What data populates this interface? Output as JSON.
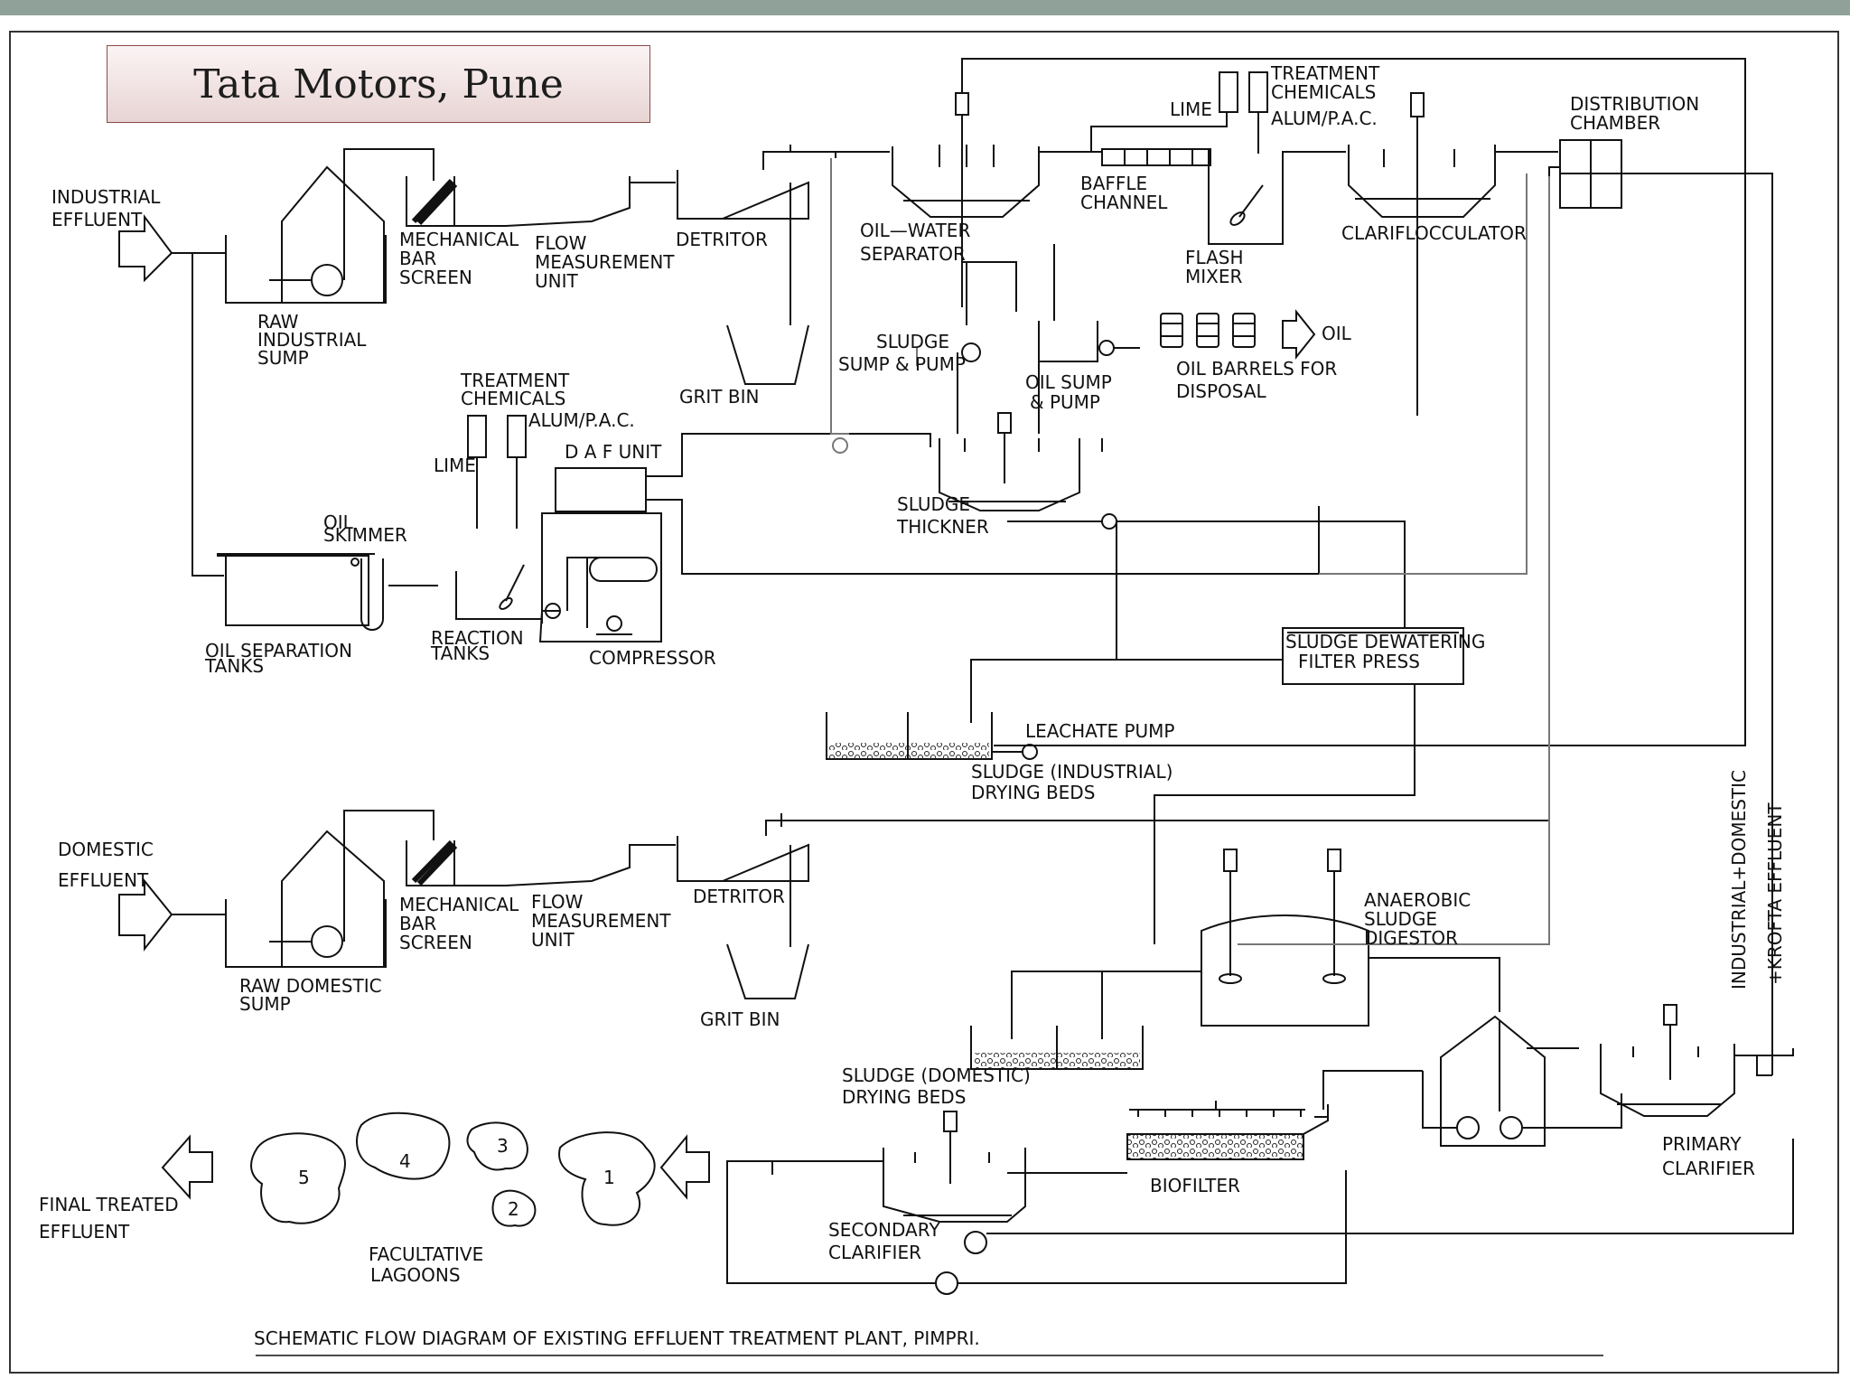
{
  "title": "Tata Motors, Pune",
  "caption": "SCHEMATIC  FLOW  DIAGRAM  OF  EXISTING  EFFLUENT  TREATMENT  PLANT,  PIMPRI.",
  "colors": {
    "top_band": "#8fa198",
    "title_border": "#8b4a4a",
    "line": "#111111",
    "gray_line": "#777777"
  },
  "labels": {
    "industrial_effluent": [
      "INDUSTRIAL",
      "EFFLUENT"
    ],
    "raw_industrial_sump": [
      "RAW",
      "INDUSTRIAL",
      "SUMP"
    ],
    "mech_bar_screen_top": [
      "MECHANICAL",
      "BAR",
      "SCREEN"
    ],
    "flow_meas_top": [
      "FLOW",
      "MEASUREMENT",
      "UNIT"
    ],
    "detritor_top": "DETRITOR",
    "grit_bin_top": "GRIT  BIN",
    "oil_water_separator": [
      "OIL—WATER",
      "SEPARATOR"
    ],
    "treatment_chemicals_top": [
      "TREATMENT",
      "CHEMICALS"
    ],
    "lime_top": "LIME",
    "alum_pac_top": "ALUM/P.A.C.",
    "baffle_channel": [
      "BAFFLE",
      "CHANNEL"
    ],
    "flash_mixer": [
      "FLASH",
      "MIXER"
    ],
    "clariflocculator": "CLARIFLOCCULATOR",
    "distribution_chamber": [
      "DISTRIBUTION",
      "CHAMBER"
    ],
    "sludge_sump_pump": [
      "SLUDGE",
      "SUMP  &  PUMP"
    ],
    "oil_sump_pump": [
      "OIL  SUMP",
      "&  PUMP"
    ],
    "oil_barrels": [
      "OIL  BARRELS  FOR",
      "DISPOSAL"
    ],
    "oil": "OIL",
    "treatment_chemicals_mid": [
      "TREATMENT",
      "CHEMICALS"
    ],
    "alum_pac_mid": "ALUM/P.A.C.",
    "lime_mid": "LIME",
    "daf_unit": "D  A  F  UNIT",
    "oil_skimmer": [
      "OIL",
      "SKIMMER"
    ],
    "sludge_thickner": [
      "SLUDGE",
      "THICKNER"
    ],
    "oil_separation_tanks": [
      "OIL  SEPARATION",
      "TANKS"
    ],
    "reaction_tanks": [
      "REACTION",
      "TANKS"
    ],
    "compressor": "COMPRESSOR",
    "sludge_dewatering": [
      "SLUDGE  DEWATERING",
      "FILTER  PRESS"
    ],
    "leachate_pump": "LEACHATE  PUMP",
    "sludge_industrial_beds": [
      "SLUDGE  (INDUSTRIAL)",
      "DRYING BEDS"
    ],
    "domestic_effluent": [
      "DOMESTIC",
      "EFFLUENT"
    ],
    "raw_domestic_sump": [
      "RAW  DOMESTIC",
      "SUMP"
    ],
    "mech_bar_screen_bot": [
      "MECHANICAL",
      "BAR",
      "SCREEN"
    ],
    "flow_meas_bot": [
      "FLOW",
      "MEASUREMENT",
      "UNIT"
    ],
    "detritor_bot": "DETRITOR",
    "grit_bin_bot": "GRIT  BIN",
    "anaerobic_digestor": [
      "ANAEROBIC",
      "SLUDGE",
      "DIGESTOR"
    ],
    "sludge_domestic_beds": [
      "SLUDGE  (DOMESTIC)",
      "DRYING  BEDS"
    ],
    "biofilter": "BIOFILTER",
    "primary_clarifier": [
      "PRIMARY",
      "CLARIFIER"
    ],
    "secondary_clarifier": [
      "SECONDARY",
      "CLARIFIER"
    ],
    "final_treated_effluent": [
      "FINAL  TREATED",
      "EFFLUENT"
    ],
    "facultative_lagoons": [
      "FACULTATIVE",
      "LAGOONS"
    ],
    "industrial_domestic": [
      "INDUSTRIAL+DOMESTIC",
      "+KROFTA  EFFLUENT"
    ]
  },
  "lagoon_numbers": [
    "1",
    "2",
    "3",
    "4",
    "5"
  ]
}
